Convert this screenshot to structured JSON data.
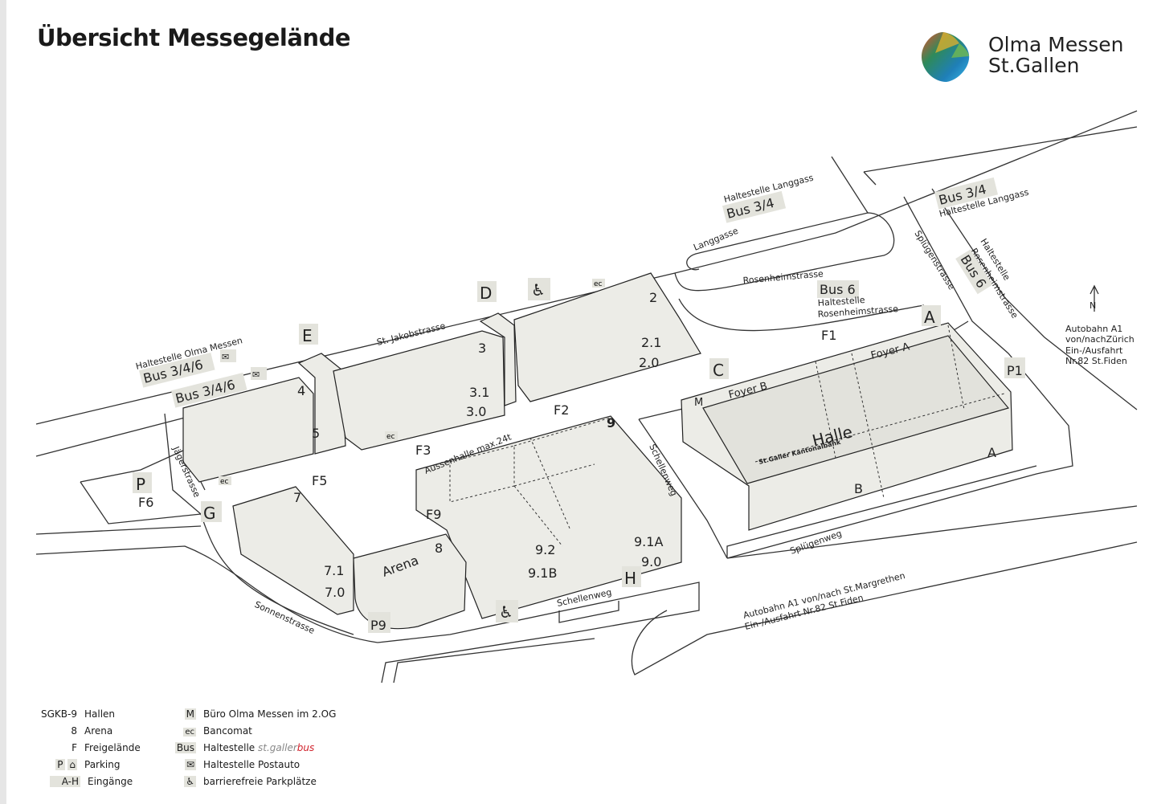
{
  "title": "Übersicht Messegelände",
  "logo": {
    "line1": "Olma Messen",
    "line2": "St.Gallen"
  },
  "labels": {
    "langgass_stop_1": "Haltestelle Langgass",
    "bus34_1": "Bus 3/4",
    "bus34_2": "Bus 3/4",
    "langgass_stop_2": "Haltestelle Langgass",
    "langgasse": "Langgasse",
    "rosenheimstrasse": "Rosenheimstrasse",
    "spluegenstrasse": "Splügenstrasse",
    "haltestelle": "Haltestelle",
    "rosenheim_stop_v": "Rosenheimstrasse",
    "bus6_1": "Bus 6",
    "bus6_2": "Bus 6",
    "haltestelle_2": "Haltestelle",
    "rosenheim_stop_2": "Rosenheimstrasse",
    "st_jakobstrasse": "St. Jakobstrasse",
    "olma_stop": "Haltestelle Olma Messen",
    "bus346_1": "Bus 3/4/6",
    "bus346_2": "Bus 3/4/6",
    "jaegerstrasse": "Jägerstrasse",
    "sonnenstrasse": "Sonnenstrasse",
    "schellenweg_1": "Schellenweg",
    "schellenweg_2": "Schellenweg",
    "spluegenweg": "Splügenweg",
    "aussenhalle": "Aussenhalle max.24t",
    "arena": "Arena",
    "autobahn_east_1": "Autobahn A1 von/nach St.Margrethen",
    "autobahn_east_2": "Ein-/Ausfahrt Nr.82 St.Fiden",
    "autobahn_n_1": "Autobahn A1",
    "autobahn_n_2": "von/nachZürich",
    "autobahn_n_3": "Ein-/Ausfahrt",
    "autobahn_n_4": "Nr.82 St.Fiden",
    "foyer_a": "Foyer A",
    "foyer_b": "Foyer B",
    "halle": "Halle",
    "sgkb": "St.Galler Kantonalbank",
    "m": "M",
    "ec": "ec",
    "north": "N"
  },
  "entrances": [
    "A",
    "C",
    "D",
    "E",
    "G",
    "H"
  ],
  "halls": [
    "2",
    "3",
    "2.1",
    "2.0",
    "3.1",
    "3.0",
    "4",
    "5",
    "7",
    "7.1",
    "7.0",
    "8",
    "9",
    "9.2",
    "9.1B",
    "9.1A",
    "9.0",
    "A",
    "B"
  ],
  "areas": [
    "F1",
    "F2",
    "F3",
    "F5",
    "F6",
    "F9"
  ],
  "parking": [
    "P",
    "P1",
    "P9"
  ],
  "legend": {
    "left": [
      {
        "key": "SGKB-9",
        "label": "Hallen"
      },
      {
        "key": "8",
        "label": "Arena"
      },
      {
        "key": "F",
        "label": "Freigelände"
      },
      {
        "key": "P",
        "label": "Parking"
      },
      {
        "key": "A-H",
        "label": "Eingänge"
      }
    ],
    "right": [
      {
        "key": "M",
        "label": "Büro Olma Messen im 2.OG"
      },
      {
        "key": "ec",
        "label": "Bancomat"
      },
      {
        "key": "Bus",
        "label": "Haltestelle",
        "brand1": "st.galler",
        "brand2": "bus"
      },
      {
        "key": "postauto-icon",
        "label": "Haltestelle Postauto"
      },
      {
        "key": "wheelchair-icon",
        "label": "barrierefreie Parkplätze"
      }
    ]
  },
  "colors": {
    "building": "#ececE7",
    "tag": "#e3e3dc",
    "brand_red": "#d0202a"
  }
}
